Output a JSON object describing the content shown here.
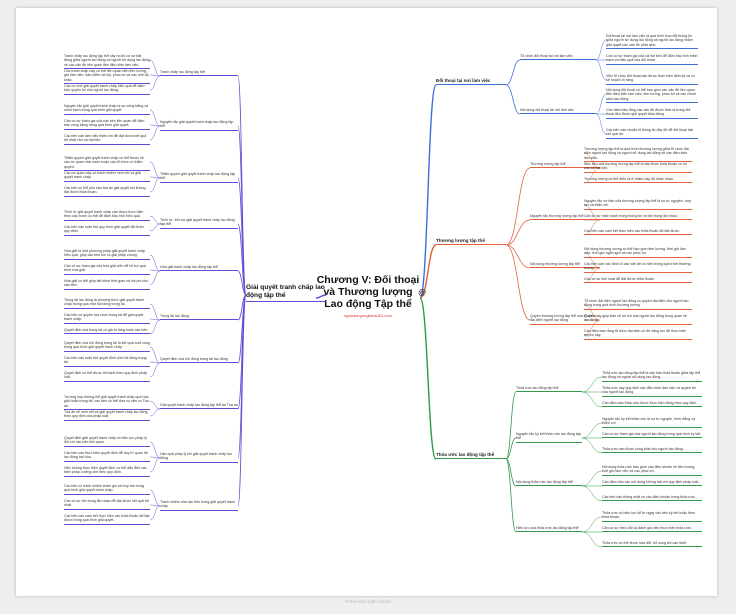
{
  "center": {
    "title": "Chương V: Đối thoại và Thương lượng Lao động Tập thể",
    "subtitle": "ngaodangenglishsd24.com"
  },
  "footer": "Presented with xmind",
  "colors": {
    "left": "#5b4fd6",
    "dialogue": "#3c6fd8",
    "negotiation": "#e2613a",
    "agreement": "#2f9a4a"
  },
  "branches": {
    "dispute": "Giải quyết tranh chấp lao động tập thể",
    "dialogue": "Đối thoại tại nơi làm việc",
    "negotiation": "Thương lượng tập thể",
    "agreement": "Thỏa ước lao động tập thể"
  },
  "left_groups": [
    {
      "label": "Tranh chấp lao động tập thể",
      "leaves": [
        "Tranh chấp lao động tập thể xảy ra khi có sự bất đồng giữa người lao động và người sử dụng lao động về các vấn đề liên quan đến điều kiện làm việc.",
        "Các tranh chấp này có thể liên quan đến tiền lương, giờ làm việc, bảo hiểm xã hội, phúc lợi và các chế độ khác.",
        "Các cơ chế giải quyết tranh chấp hiệu quả để đảm bảo quyền lợi của người lao động."
      ]
    },
    {
      "label": "Nguyên tắc giải quyết tranh chấp lao động tập thể",
      "leaves": [
        "Nguyên tắc giải quyết tranh chấp là sự công bằng và minh bạch trong quá trình giải quyết.",
        "Cần có sự tham gia của các bên liên quan để đảm bảo công bằng trong quá trình giải quyết.",
        "Các bên cần làm việc thiện chí để đạt được kết quả tốt nhất cho cả hai bên."
      ]
    },
    {
      "label": "Thẩm quyền giải quyết tranh chấp lao động tập thể",
      "leaves": [
        "Thẩm quyền giải quyết tranh chấp có thể thuộc về các cơ quan nhà nước hoặc các tổ chức có thẩm quyền.",
        "Các cơ quan này có trách nhiệm xem xét và giải quyết tranh chấp.",
        "Các bên có thể yêu cầu tòa án giải quyết khi không đạt được thỏa thuận."
      ]
    },
    {
      "label": "Trình tự, thủ tục giải quyết tranh chấp lao động tập thể",
      "leaves": [
        "Trình tự giải quyết tranh chấp cần được thực hiện theo các bước cụ thể để đảm bảo tính hiệu quả.",
        "Các bên cần tuân thủ quy trình giải quyết đã được quy định."
      ]
    },
    {
      "label": "Hòa giải tranh chấp lao động tập thể",
      "leaves": [
        "Hòa giải là một phương pháp giải quyết tranh chấp hiệu quả, giúp các bên tìm ra giải pháp chung.",
        "Cần có sự tham gia của hòa giải viên để hỗ trợ quá trình hòa giải.",
        "Hòa giải có thể giúp tiết kiệm thời gian và chi phí cho các bên."
      ]
    },
    {
      "label": "Trọng tài lao động",
      "leaves": [
        "Trọng tài lao động là phương thức giải quyết tranh chấp thông qua một hội đồng trọng tài.",
        "Các bên có quyền lựa chọn trọng tài để giải quyết tranh chấp.",
        "Quyết định của trọng tài có giá trị ràng buộc các bên."
      ]
    },
    {
      "label": "Quyết định của hội đồng trọng tài lao động",
      "leaves": [
        "Quyết định của hội đồng trọng tài là kết quả cuối cùng trong quá trình giải quyết tranh chấp.",
        "Các bên cần tuân thủ quyết định của hội đồng trọng tài.",
        "Quyết định có thể được thi hành theo quy định pháp luật."
      ]
    },
    {
      "label": "Giải quyết tranh chấp lao động tập thể tại Tòa án",
      "leaves": [
        "Trường hợp không thể giải quyết tranh chấp qua hòa giải hoặc trọng tài, các bên có thể đưa vụ việc ra Tòa án.",
        "Tòa án sẽ xem xét và giải quyết tranh chấp lao động theo quy định của pháp luật."
      ]
    },
    {
      "label": "Hậu quả pháp lý khi giải quyết tranh chấp lao động",
      "leaves": [
        "Quyết định giải quyết tranh chấp có hiệu lực pháp lý đối với các bên liên quan.",
        "Các bên cần thực hiện quyết định để duy trì quan hệ lao động hài hòa.",
        "Việc không thực hiện quyết định có thể dẫn đến các biện pháp cưỡng chế theo quy định."
      ]
    },
    {
      "label": "Trách nhiệm của các bên trong giải quyết tranh chấp",
      "leaves": [
        "Các bên có trách nhiệm tham gia và hợp tác trong quá trình giải quyết tranh chấp.",
        "Cần có sự tôn trọng lẫn nhau để đạt được kết quả tốt nhất.",
        "Các bên cần cam kết thực hiện các thỏa thuận đã đạt được trong quá trình giải quyết."
      ]
    }
  ],
  "dialogue_groups": [
    {
      "label": "Tổ chức đối thoại tại nơi làm việc",
      "leaves": [
        "Đối thoại tại nơi làm việc là quá trình trao đổi thông tin giữa người sử dụng lao động và người lao động nhằm giải quyết các vấn đề phát sinh.",
        "Cần có sự tham gia của cả hai bên để đảm bảo tính minh bạch và hiệu quả của đối thoại.",
        "Việc tổ chức đối thoại cần được thực hiện định kỳ và có kế hoạch rõ ràng."
      ]
    },
    {
      "label": "Nội dung đối thoại tại nơi làm việc",
      "leaves": [
        "Nội dung đối thoại có thể bao gồm các vấn đề liên quan đến điều kiện làm việc, tiền lương, phúc lợi và các chính sách lao động.",
        "Cần đảm bảo rằng các vấn đề được đưa ra trong đối thoại đều được giải quyết thỏa đáng.",
        "Các bên cần chuẩn bị thông tin đầy đủ để đối thoại đạt kết quả tốt."
      ]
    }
  ],
  "negotiation_groups": [
    {
      "label": "Thương lượng tập thể",
      "leaves": [
        "Thương lượng tập thể là quá trình thương lượng giữa tổ chức đại diện người lao động và người sử dụng lao động về các điều kiện làm việc.",
        "Mục tiêu của thương lượng tập thể là đạt được thỏa thuận có lợi cho cả hai bên.",
        "Thương lượng có thể diễn ra ở nhiều cấp độ khác nhau."
      ]
    },
    {
      "label": "Nguyên tắc thương lượng tập thể",
      "leaves": [
        "Nguyên tắc cơ bản của thương lượng tập thể là sự tự nguyện, hợp tác và thiện chí.",
        "Cần có sự minh bạch trong thông tin và tôn trọng lẫn nhau.",
        "Các bên cần cam kết thực hiện các thỏa thuận đã đạt được."
      ]
    },
    {
      "label": "Nội dung thương lượng tập thể",
      "leaves": [
        "Nội dung thương lượng có thể bao gồm tiền lương, thời giờ làm việc, thời giờ nghỉ ngơi và các phúc lợi.",
        "Các bên cần xác định rõ các vấn đề ưu tiên trong quá trình thương lượng.",
        "Cần có sự linh hoạt để đạt được thỏa thuận."
      ]
    },
    {
      "label": "Quyền thương lượng tập thể của tổ chức đại diện người lao động",
      "leaves": [
        "Tổ chức đại diện người lao động có quyền đại diện cho người lao động trong quá trình thương lượng.",
        "Quyền này giúp bảo vệ lợi ích của người lao động trong quan hệ lao động.",
        "Cần đảm bảo rằng tổ chức đại diện có đủ năng lực để thực hiện quyền này."
      ]
    }
  ],
  "agreement_groups": [
    {
      "label": "Thỏa ước lao động tập thể",
      "leaves": [
        "Thỏa ước lao động tập thể là văn bản thỏa thuận giữa tập thể lao động và người sử dụng lao động.",
        "Thỏa ước này quy định các điều kiện làm việc và quyền lợi của người lao động.",
        "Cần đảm bảo thỏa ước được thực hiện đúng theo quy định."
      ]
    },
    {
      "label": "Nguyên tắc ký kết thỏa ước lao động tập thể",
      "leaves": [
        "Nguyên tắc ký kết thỏa ước là sự tự nguyện, bình đẳng và thiện chí.",
        "Cần có sự tham gia của người lao động trong quá trình ký kết.",
        "Thỏa ước cần được công khai cho người lao động."
      ]
    },
    {
      "label": "Nội dung thỏa ước lao động tập thể",
      "leaves": [
        "Nội dung thỏa ước bao gồm các điều khoản về tiền lương, thời giờ làm việc và các phúc lợi.",
        "Cần đảm bảo các nội dung không trái với quy định pháp luật.",
        "Các bên cần thống nhất về các điều khoản trong thỏa ước."
      ]
    },
    {
      "label": "Hiệu lực của thỏa ước lao động tập thể",
      "leaves": [
        "Thỏa ước có hiệu lực kể từ ngày các bên ký kết hoặc theo thỏa thuận.",
        "Cần có sự theo dõi và đánh giá việc thực hiện thỏa ước.",
        "Thỏa ước có thể được sửa đổi, bổ sung khi cần thiết."
      ]
    }
  ]
}
